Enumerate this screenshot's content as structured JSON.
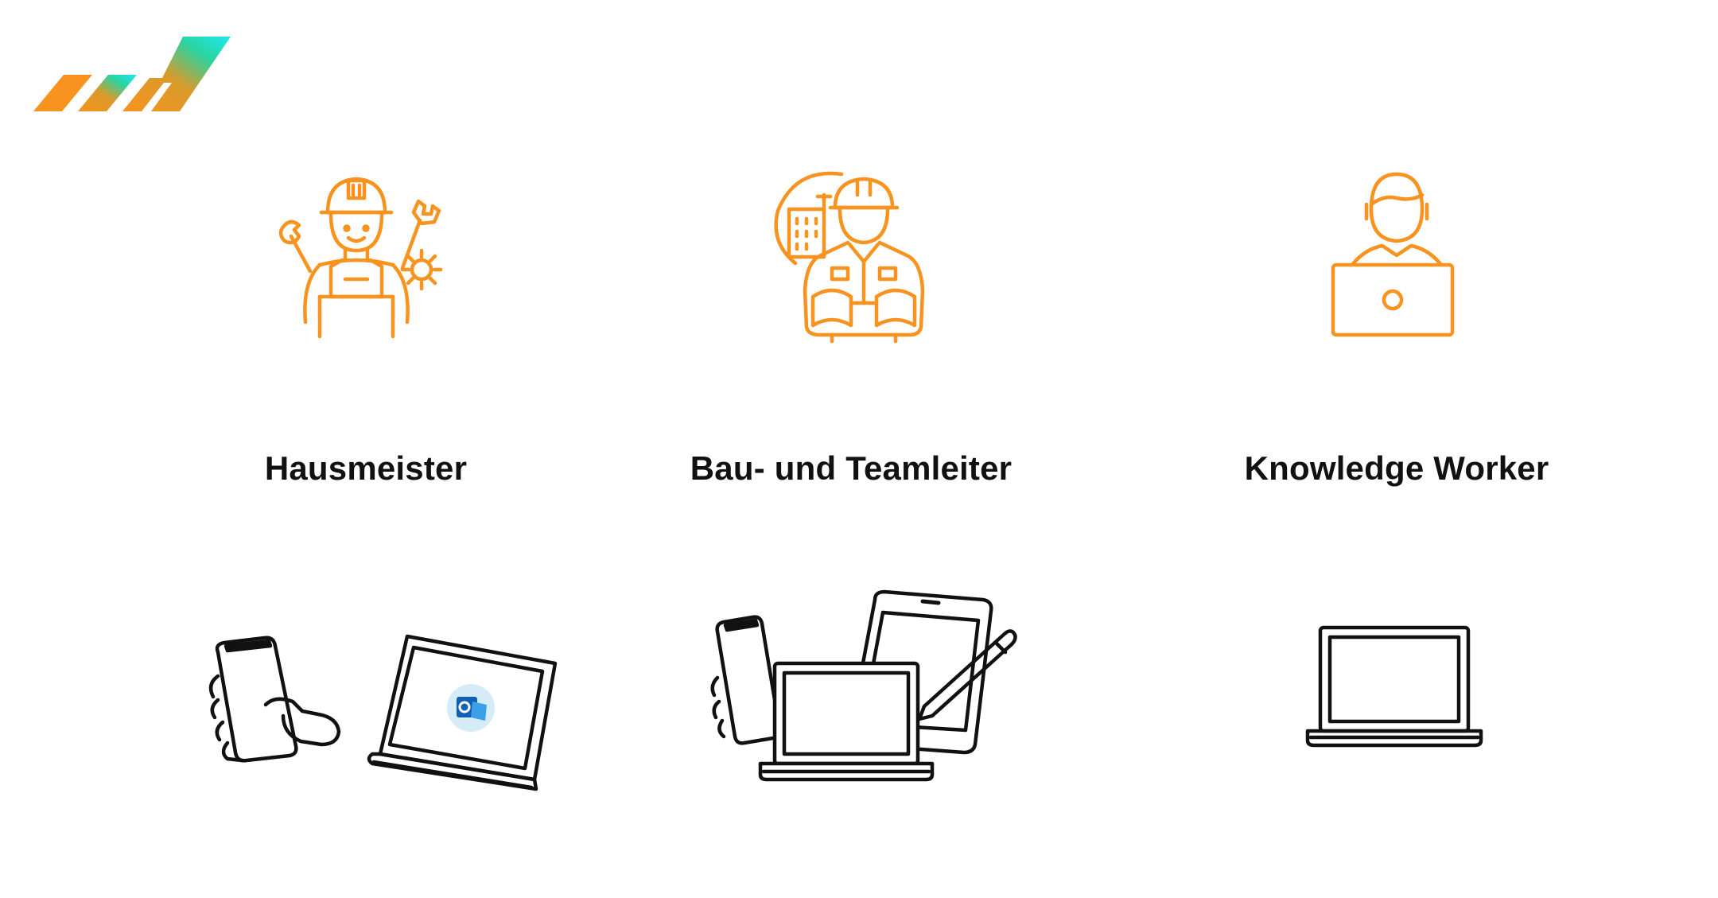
{
  "logo": {
    "icon": "brand-logo-icon",
    "colors": [
      "#F7931E",
      "#1FE3E8",
      "#2BD4A0"
    ]
  },
  "accent_color": "#F7931E",
  "columns": [
    {
      "label": "Hausmeister",
      "persona_icon": "handyman-icon",
      "device_icons": [
        "smartphone-in-hand-icon",
        "laptop-with-outlook-icon"
      ]
    },
    {
      "label": "Bau- und Teamleiter",
      "persona_icon": "construction-manager-icon",
      "device_icons": [
        "smartphone-in-hand-icon",
        "laptop-icon",
        "tablet-with-stylus-icon"
      ]
    },
    {
      "label": "Knowledge Worker",
      "persona_icon": "office-worker-laptop-icon",
      "device_icons": [
        "laptop-icon"
      ]
    }
  ]
}
